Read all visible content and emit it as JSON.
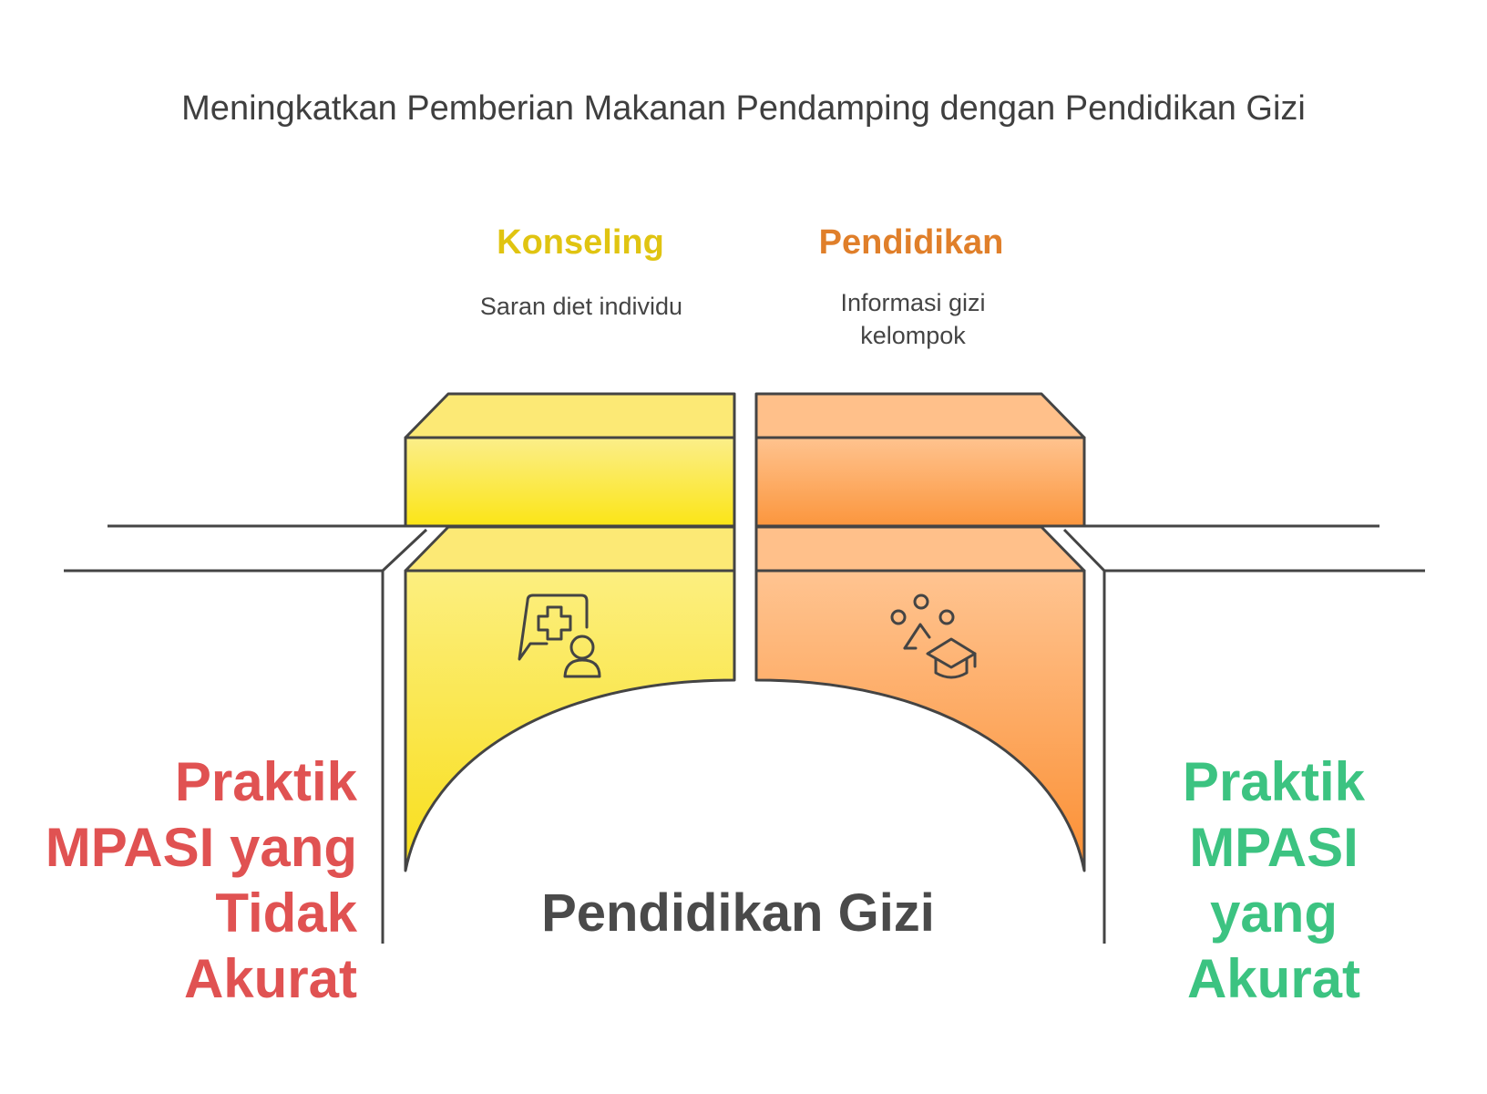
{
  "title": "Meningkatkan Pemberian Makanan Pendamping dengan Pendidikan Gizi",
  "columns": [
    {
      "title": "Konseling",
      "description": "Saran diet individu",
      "icon": "counseling-icon",
      "color": "#f7e23c"
    },
    {
      "title": "Pendidikan",
      "description": "Informasi gizi kelompok",
      "icon": "education-icon",
      "color": "#fb9d4f"
    }
  ],
  "left_side": {
    "label": "Praktik MPASI yang Tidak Akurat",
    "color": "#e05252"
  },
  "right_side": {
    "label": "Praktik MPASI yang Akurat",
    "color": "#3cc381"
  },
  "center_label": "Pendidikan Gizi"
}
